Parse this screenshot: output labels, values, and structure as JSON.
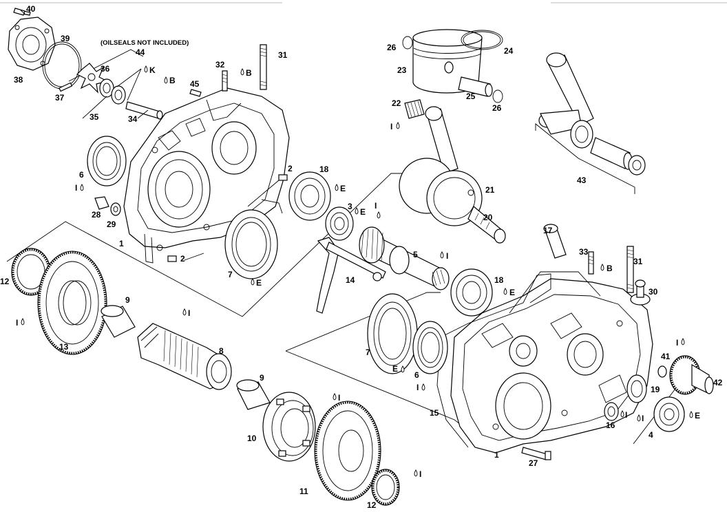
{
  "note": "(OILSEALS NOT INCLUDED)",
  "symbols": [
    "I",
    "K",
    "B",
    "E"
  ],
  "callouts": [
    "40",
    "39",
    "38",
    "44",
    "36",
    "37",
    "35",
    "34",
    "45",
    "32",
    "31",
    "6",
    "28",
    "29",
    "2",
    "1",
    "18",
    "3",
    "12",
    "13",
    "9",
    "8",
    "7",
    "26",
    "23",
    "24",
    "22",
    "25",
    "21",
    "20",
    "5",
    "14",
    "43",
    "17",
    "33",
    "30",
    "10",
    "11",
    "41",
    "42",
    "19",
    "16",
    "4",
    "15",
    "27"
  ]
}
